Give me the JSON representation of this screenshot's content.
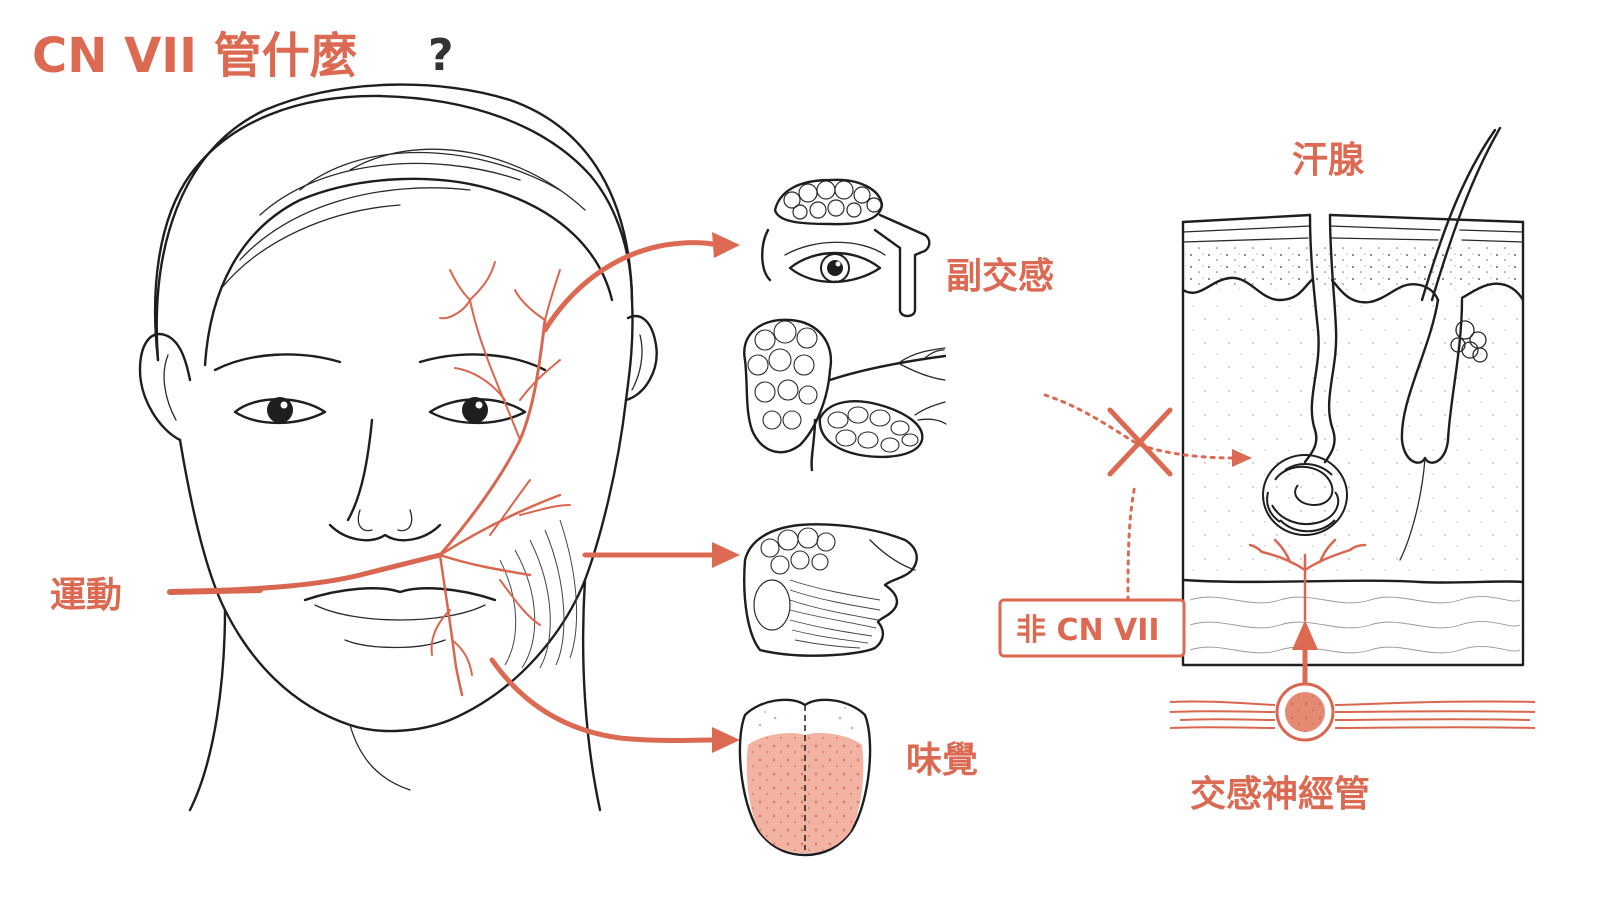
{
  "title": {
    "text": "CN VII 管什麼",
    "mark": "?"
  },
  "labels": {
    "motor": "運動",
    "parasympathetic": "副交感",
    "taste": "味覺",
    "sweat_gland": "汗腺",
    "not_cn7": "非 CN VII",
    "sympathetic": "交感神經管"
  },
  "colors": {
    "accent": "#dc6a52",
    "ink": "#1e1e1e",
    "tongue_fill": "#f2b3a3",
    "question_mark": "#333333"
  },
  "icons": {
    "lacrimal": "lacrimal-gland-eye-icon",
    "salivary": "salivary-glands-icon",
    "face_side": "face-profile-glands-icon",
    "tongue": "tongue-icon",
    "skin": "skin-section-icon",
    "cross": "cross-mark-icon"
  }
}
